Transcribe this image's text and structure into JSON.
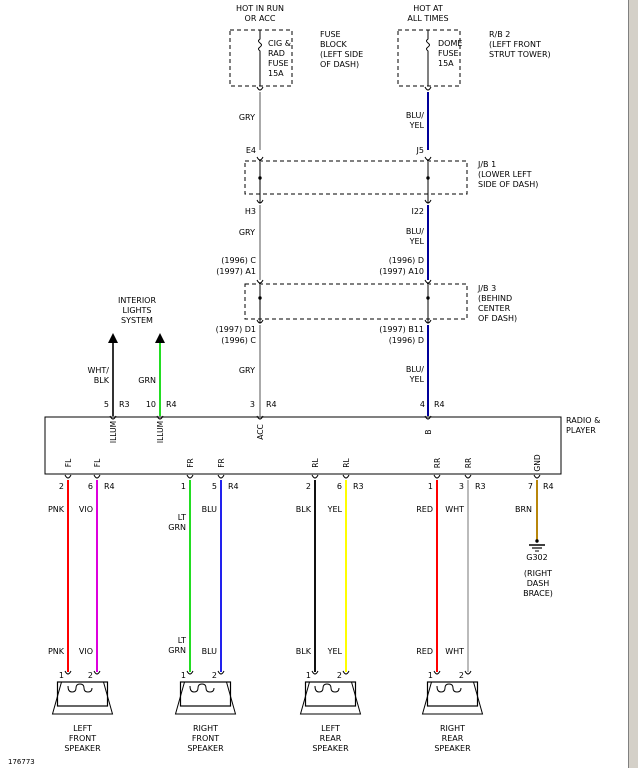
{
  "power": {
    "run_title": [
      "HOT IN RUN",
      "OR ACC"
    ],
    "always_title": [
      "HOT AT",
      "ALL TIMES"
    ],
    "cig_fuse": [
      "CIG &",
      "RAD",
      "FUSE",
      "15A"
    ],
    "dome_fuse": [
      "DOME",
      "FUSE",
      "15A"
    ],
    "fuse_block": [
      "FUSE",
      "BLOCK",
      "(LEFT SIDE",
      "OF DASH)"
    ],
    "rb2": [
      "R/B 2",
      "(LEFT FRONT",
      "STRUT TOWER)"
    ]
  },
  "junctions": {
    "jb1": [
      "J/B 1",
      "(LOWER LEFT",
      "SIDE OF DASH)"
    ],
    "jb3": [
      "J/B 3",
      "(BEHIND",
      "CENTER",
      "OF DASH)"
    ]
  },
  "left_chain": {
    "wire1": "GRY",
    "pin_e4": "E4",
    "pin_h3": "H3",
    "wire2": "GRY",
    "pin_1996_top": "(1996) C",
    "pin_1997_top": "(1997) A1",
    "pin_1997_bot": "(1997) D1",
    "pin_1996_bot": "(1996) C",
    "wire3": "GRY",
    "radio_pin": "3",
    "radio_conn": "R4"
  },
  "right_chain": {
    "wire1": [
      "BLU/",
      "YEL"
    ],
    "pin_j5": "J5",
    "pin_i22": "I22",
    "wire2": [
      "BLU/",
      "YEL"
    ],
    "pin_1996_top": "(1996) D",
    "pin_1997_top": "(1997) A10",
    "pin_1997_bot": "(1997) B11",
    "pin_1996_bot": "(1996) D",
    "wire3": [
      "BLU/",
      "YEL"
    ],
    "radio_pin": "4",
    "radio_conn": "R4"
  },
  "interior": {
    "label": [
      "INTERIOR",
      "LIGHTS",
      "SYSTEM"
    ],
    "wire_a": [
      "WHT/",
      "BLK"
    ],
    "wire_b": "GRN",
    "pin_a": "5",
    "conn_a": "R3",
    "pin_b": "10",
    "conn_b": "R4"
  },
  "radio": {
    "label": [
      "RADIO &",
      "PLAYER"
    ],
    "top_labels": [
      "ILLUM",
      "ILLUM",
      "ACC",
      "B"
    ],
    "bottom_labels": [
      "FL",
      "FL",
      "FR",
      "FR",
      "RL",
      "RL",
      "RR",
      "RR",
      "GND"
    ]
  },
  "speakers": [
    {
      "name": [
        "LEFT",
        "FRONT",
        "SPEAKER"
      ],
      "pins": [
        "2",
        "6"
      ],
      "conn": "R4",
      "wires": [
        "PNK",
        "VIO"
      ],
      "wires_bottom": [
        "PNK",
        "VIO"
      ],
      "colors": [
        "#ff0000",
        "#dd00dd"
      ],
      "spk_pins": [
        "1",
        "2"
      ]
    },
    {
      "name": [
        "RIGHT",
        "FRONT",
        "SPEAKER"
      ],
      "pins": [
        "1",
        "5"
      ],
      "conn": "R4",
      "wires": [
        [
          "LT",
          "GRN"
        ],
        "BLU"
      ],
      "wires_bottom": [
        [
          "LT",
          "GRN"
        ],
        "BLU"
      ],
      "colors": [
        "#22dd22",
        "#2222ee"
      ],
      "spk_pins": [
        "1",
        "2"
      ]
    },
    {
      "name": [
        "LEFT",
        "REAR",
        "SPEAKER"
      ],
      "pins": [
        "2",
        "6"
      ],
      "conn": "R3",
      "wires": [
        "BLK",
        "YEL"
      ],
      "wires_bottom": [
        "BLK",
        "YEL"
      ],
      "colors": [
        "#111111",
        "#ffff00"
      ],
      "spk_pins": [
        "1",
        "2"
      ]
    },
    {
      "name": [
        "RIGHT",
        "REAR",
        "SPEAKER"
      ],
      "pins": [
        "1",
        "3"
      ],
      "conn": "R3",
      "wires": [
        "RED",
        "WHT"
      ],
      "wires_bottom": [
        "RED",
        "WHT"
      ],
      "colors": [
        "#ff0000",
        "#bbbbbb"
      ],
      "spk_pins": [
        "1",
        "2"
      ]
    }
  ],
  "ground": {
    "pin": "7",
    "conn": "R4",
    "wire": "BRN",
    "wire_color": "#b8860b",
    "point": "G302",
    "location": [
      "(RIGHT",
      "DASH",
      "BRACE)"
    ]
  },
  "wire_colors": {
    "gry": "#aaaaaa",
    "blu_yel": "#000099",
    "grn": "#22dd22",
    "wht_blk": "#333333"
  },
  "figure_id": "176773"
}
